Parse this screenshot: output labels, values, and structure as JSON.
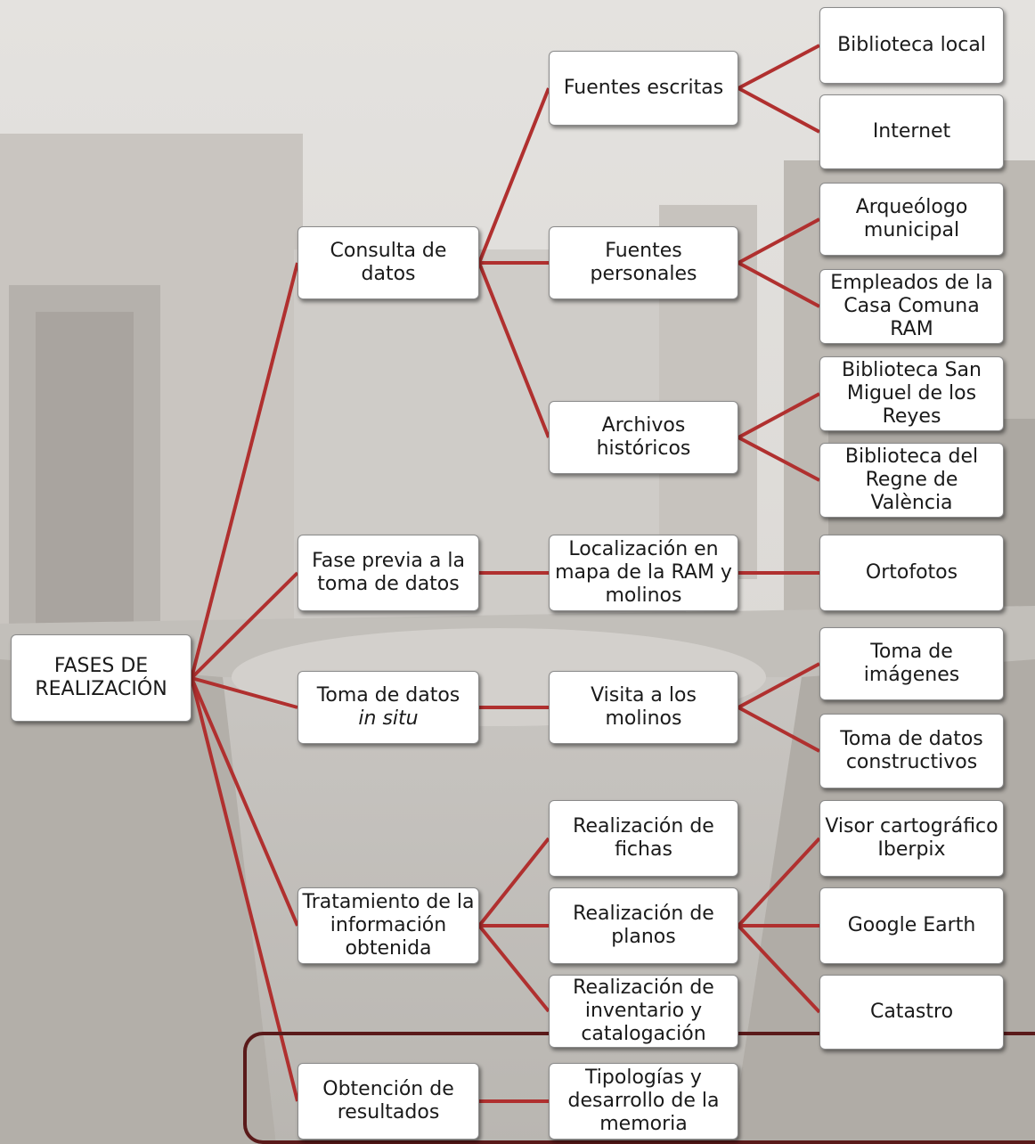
{
  "colors": {
    "link": "#b0302f",
    "frame": "#5a1a1a",
    "node_bg": "#ffffff"
  },
  "background": "faded photograph of an irrigation channel and mill building",
  "root": {
    "label": "FASES DE REALIZACIÓN"
  },
  "level1": [
    {
      "id": "consulta",
      "label": "Consulta de datos"
    },
    {
      "id": "previa",
      "label": "Fase previa a la toma de datos"
    },
    {
      "id": "toma",
      "label": "Toma de datos",
      "label_italic": "in situ"
    },
    {
      "id": "tratamiento",
      "label": "Tratamiento de la información obtenida"
    },
    {
      "id": "obtencion",
      "label": "Obtención de resultados"
    }
  ],
  "level2": [
    {
      "id": "escritas",
      "label": "Fuentes escritas"
    },
    {
      "id": "personales",
      "label": "Fuentes personales"
    },
    {
      "id": "archivos",
      "label": "Archivos históricos"
    },
    {
      "id": "localizacion",
      "label": "Localización en mapa de la RAM y molinos"
    },
    {
      "id": "visita",
      "label": "Visita a los molinos"
    },
    {
      "id": "fichas",
      "label": "Realización de fichas"
    },
    {
      "id": "planos",
      "label": "Realización de planos"
    },
    {
      "id": "inventario",
      "label": "Realización de inventario y catalogación"
    },
    {
      "id": "tipologias",
      "label": "Tipologías y desarrollo de la memoria"
    }
  ],
  "level3": [
    {
      "id": "biblioteca-local",
      "label": "Biblioteca local"
    },
    {
      "id": "internet",
      "label": "Internet"
    },
    {
      "id": "arqueologo",
      "label": "Arqueólogo municipal"
    },
    {
      "id": "empleados",
      "label": "Empleados de la Casa Comuna RAM"
    },
    {
      "id": "san-miguel",
      "label": "Biblioteca San Miguel de los Reyes"
    },
    {
      "id": "regne",
      "label": "Biblioteca del Regne de València"
    },
    {
      "id": "ortofotos",
      "label": "Ortofotos"
    },
    {
      "id": "imagenes",
      "label": "Toma de imágenes"
    },
    {
      "id": "constructivos",
      "label": "Toma de datos constructivos"
    },
    {
      "id": "iberpix",
      "label": "Visor cartográfico Iberpix"
    },
    {
      "id": "google-earth",
      "label": "Google Earth"
    },
    {
      "id": "catastro",
      "label": "Catastro"
    }
  ]
}
